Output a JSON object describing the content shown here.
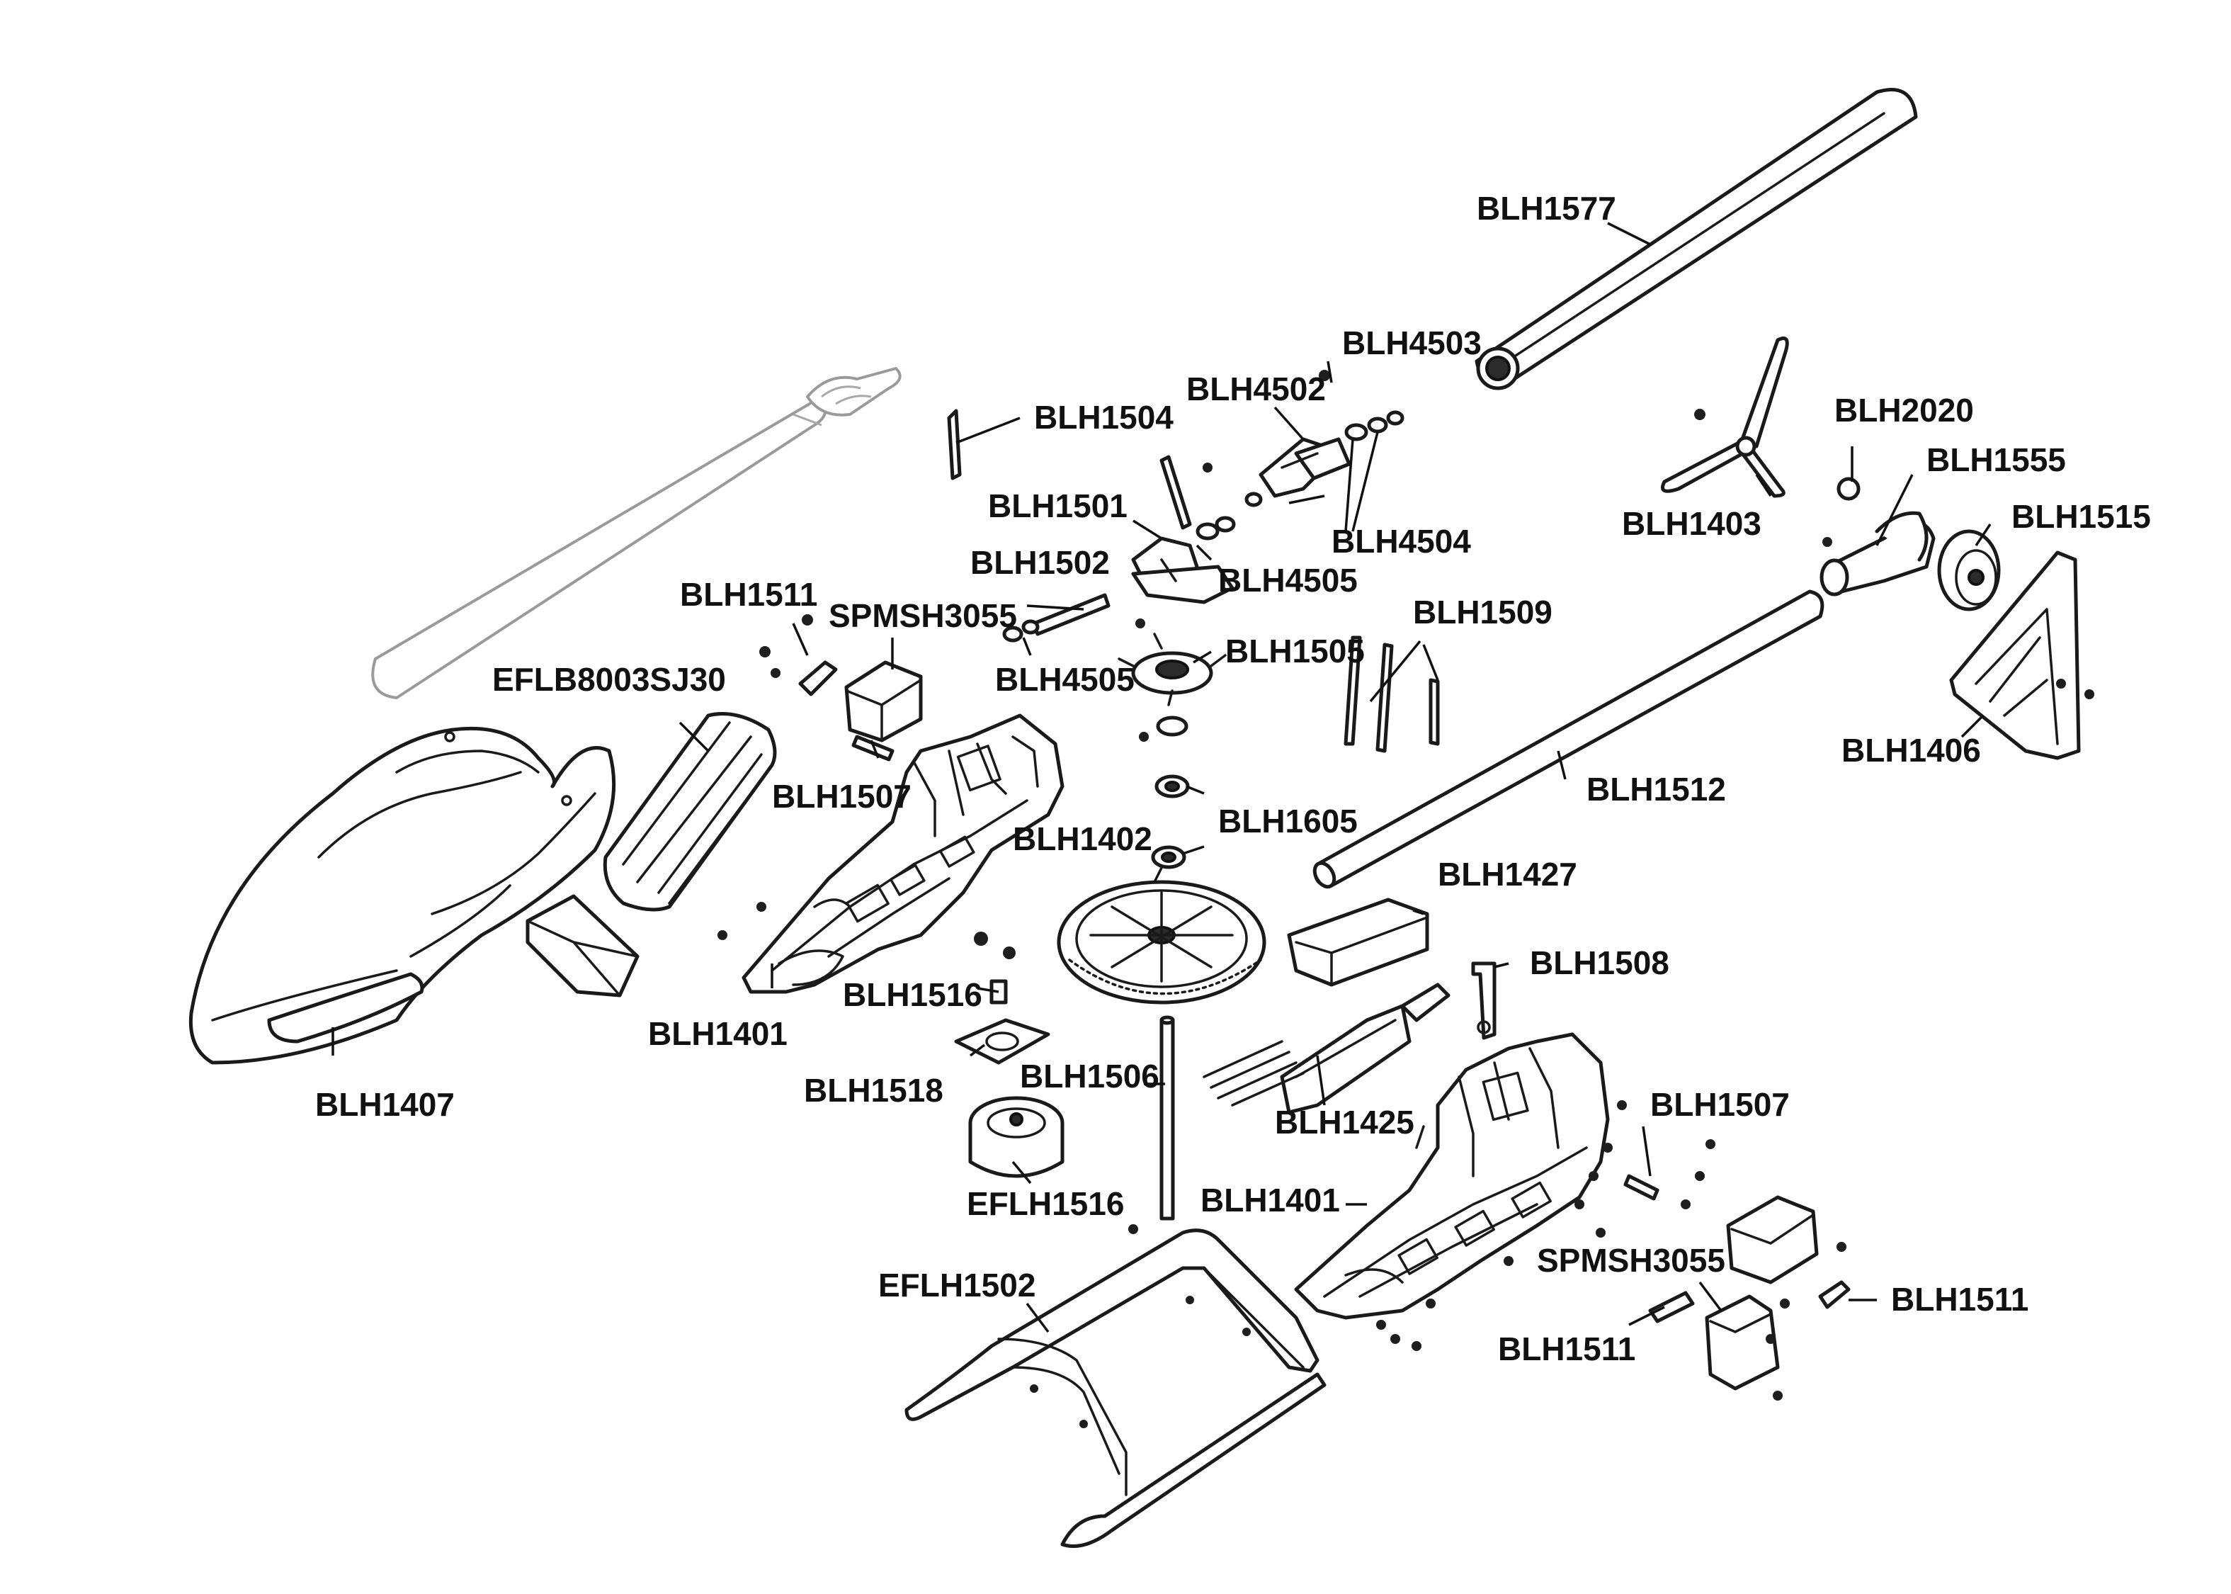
{
  "labels": {
    "blh1577": "BLH1577",
    "blh4503": "BLH4503",
    "blh4502": "BLH4502",
    "blh1504": "BLH1504",
    "blh1501": "BLH1501",
    "blh1502": "BLH1502",
    "blh4504": "BLH4504",
    "blh4505_a": "BLH4505",
    "blh4505_b": "BLH4505",
    "blh1511_a": "BLH1511",
    "spmsh3055_a": "SPMSH3055",
    "blh1505": "BLH1505",
    "blh1509": "BLH1509",
    "eflb8003sj30": "EFLB8003SJ30",
    "blh1507_a": "BLH1507",
    "blh1605": "BLH1605",
    "blh1402": "BLH1402",
    "blh1512": "BLH1512",
    "blh1427": "BLH1427",
    "blh1508": "BLH1508",
    "blh1516": "BLH1516",
    "blh1401_a": "BLH1401",
    "blh1518": "BLH1518",
    "blh1506": "BLH1506",
    "blh1425": "BLH1425",
    "blh1407": "BLH1407",
    "eflh1516": "EFLH1516",
    "blh1401_b": "BLH1401",
    "blh1507_b": "BLH1507",
    "spmsh3055_b": "SPMSH3055",
    "blh1511_b": "BLH1511",
    "blh1511_c": "BLH1511",
    "eflh1502": "EFLH1502",
    "blh2020": "BLH2020",
    "blh1555": "BLH1555",
    "blh1515": "BLH1515",
    "blh1403": "BLH1403",
    "blh1406": "BLH1406"
  }
}
